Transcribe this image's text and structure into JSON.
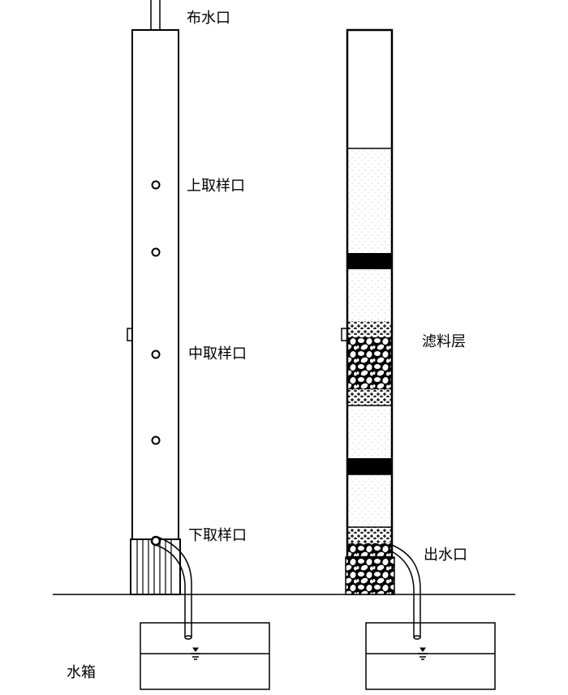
{
  "labels": {
    "inlet": "布水口",
    "upper_sample_port": "上取样口",
    "middle_sample_port": "中取样口",
    "lower_sample_port": "下取样口",
    "filter_layer": "滤料层",
    "outlet": "出水口",
    "water_tank": "水箱"
  },
  "colors": {
    "line": "#000000",
    "background": "#ffffff"
  }
}
